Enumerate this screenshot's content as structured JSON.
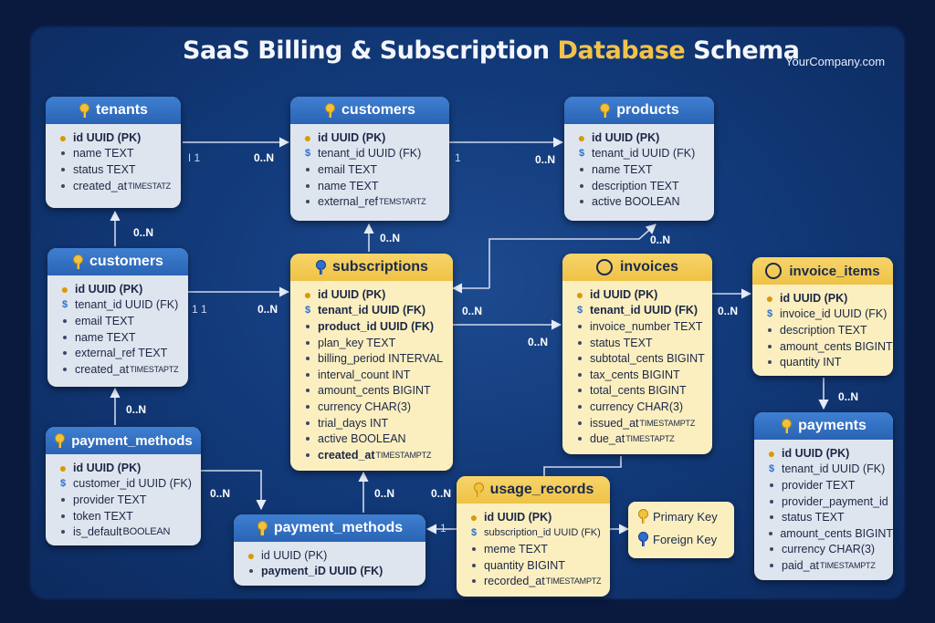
{
  "title_part1": "SaaS Billing & Subscription",
  "title_highlight": "Database",
  "title_part2": "Schema",
  "company": "YourCompany.com",
  "tables": {
    "tenants": {
      "name": "tenants",
      "rows": [
        {
          "text": "id  UUID (PK)"
        },
        {
          "text": "name TEXT"
        },
        {
          "text": "status TEXT"
        },
        {
          "text": "created_at",
          "small": "TIMESTATZ"
        }
      ]
    },
    "customers_top": {
      "name": "customers",
      "rows": [
        {
          "text": "id  UUID (PK)"
        },
        {
          "text": "tenant_id UUID (FK)"
        },
        {
          "text": "email TEXT"
        },
        {
          "text": "name TEXT"
        },
        {
          "text": "external_ref",
          "small": "TEMSTARTZ"
        }
      ]
    },
    "products": {
      "name": "products",
      "rows": [
        {
          "text": "id  UUID (PK)"
        },
        {
          "text": "tenant_id UUID (FK)"
        },
        {
          "text": "name TEXT"
        },
        {
          "text": "description TEXT"
        },
        {
          "text": "active BOOLEAN"
        }
      ]
    },
    "customers_left": {
      "name": "customers",
      "rows": [
        {
          "text": "id  UUID (PK)"
        },
        {
          "text": "tenant_id UUID (FK)"
        },
        {
          "text": "email TEXT"
        },
        {
          "text": "name TEXT"
        },
        {
          "text": "external_ref TEXT"
        },
        {
          "text": "created_at",
          "small": "TIMESTAPTZ"
        }
      ]
    },
    "subscriptions": {
      "name": "subscriptions",
      "rows": [
        {
          "text": "id  UUID (PK)"
        },
        {
          "text": "tenant_id UUID (FK)"
        },
        {
          "text": "product_id UUID (FK)"
        },
        {
          "text": "plan_key TEXT"
        },
        {
          "text": "billing_period INTERVAL"
        },
        {
          "text": "interval_count INT"
        },
        {
          "text": "amount_cents BIGINT"
        },
        {
          "text": "currency CHAR(3)"
        },
        {
          "text": "trial_days INT"
        },
        {
          "text": "active BOOLEAN"
        },
        {
          "text": "created_at",
          "small": "TIMESTAMPTZ"
        }
      ]
    },
    "invoices": {
      "name": "invoices",
      "rows": [
        {
          "text": "id  UUID (PK)"
        },
        {
          "text": "tenant_id UUID (FK)"
        },
        {
          "text": "invoice_number TEXT"
        },
        {
          "text": "status TEXT"
        },
        {
          "text": "subtotal_cents BIGINT"
        },
        {
          "text": "tax_cents BIGINT"
        },
        {
          "text": "total_cents BIGINT"
        },
        {
          "text": "currency CHAR(3)"
        },
        {
          "text": "issued_at",
          "small": "TIMESTAMPTZ"
        },
        {
          "text": "due_at",
          "small": "TIMESTAPTZ"
        }
      ]
    },
    "invoice_items": {
      "name": "invoice_items",
      "rows": [
        {
          "text": "id  UUID (PK)"
        },
        {
          "text": "invoice_id UUID (FK)"
        },
        {
          "text": "description TEXT"
        },
        {
          "text": "amount_cents BIGINT"
        },
        {
          "text": "quantity INT"
        }
      ]
    },
    "payment_methods_left": {
      "name": "payment_methods",
      "rows": [
        {
          "text": "id  UUID (PK)"
        },
        {
          "text": "customer_id UUID (FK)"
        },
        {
          "text": "provider TEXT"
        },
        {
          "text": "token TEXT"
        },
        {
          "text": "is_default",
          "small": "BOOLEAN"
        }
      ]
    },
    "payment_methods_mid": {
      "name": "payment_methods",
      "rows": [
        {
          "text": "id  UUID (PK)"
        },
        {
          "text": "payment_iD UUID (FK)"
        }
      ]
    },
    "usage_records": {
      "name": "usage_records",
      "rows": [
        {
          "text": "id  UUID (PK)"
        },
        {
          "text": "subscription_id UUID (FK)"
        },
        {
          "text": "meme TEXT"
        },
        {
          "text": "quantity BIGINT"
        },
        {
          "text": "recorded_at",
          "small": "TIMESTAMPTZ"
        }
      ]
    },
    "payments": {
      "name": "payments",
      "rows": [
        {
          "text": "id  UUID (PK)"
        },
        {
          "text": "tenant_id UUID (FK)"
        },
        {
          "text": "provider TEXT"
        },
        {
          "text": "provider_payment_id"
        },
        {
          "text": "status TEXT"
        },
        {
          "text": "amount_cents BIGINT"
        },
        {
          "text": "currency CHAR(3)"
        },
        {
          "text": "paid_at",
          "small": "TIMESTAMPTZ"
        }
      ]
    }
  },
  "labels": {
    "one_a": "ǀ 1",
    "many_a": "0..N",
    "one_b": "1",
    "many_b": "0..N",
    "many_c": "0..N",
    "many_d": "0..N",
    "one_e": "1 1",
    "many_e": "0..N",
    "many_f": "0..N",
    "many_g": "0..N",
    "many_h": "0..N",
    "many_i": "0..N",
    "many_j": "0..N",
    "many_k": "0..N",
    "many_l": "0..N",
    "one_m": "1",
    "many_m": "0..N",
    "many_n": "0..N"
  },
  "legend": {
    "primary": "Primary Key",
    "foreign": "Foreign Key"
  },
  "colors": {
    "blue_header": "#2a63b4",
    "yellow_header": "#eec245",
    "link": "#cfd8ea",
    "highlight": "#f3c24a"
  }
}
